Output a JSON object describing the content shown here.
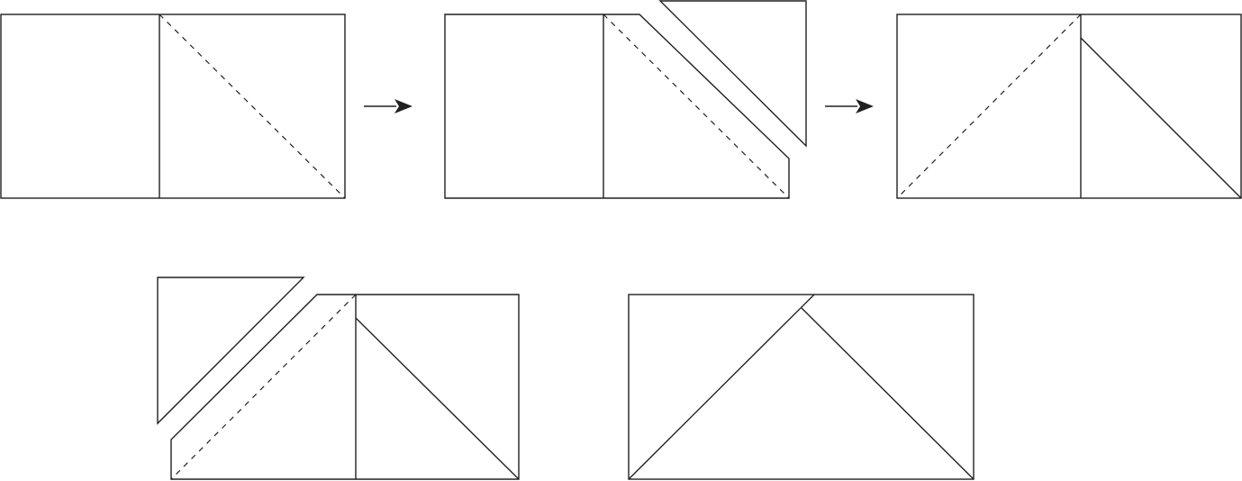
{
  "diagram": {
    "description_text": "",
    "colors": {
      "stroke": "#231f20",
      "background": "#ffffff"
    },
    "steps": [
      {
        "id": "step-1",
        "kind": "rectangle-with-fold-line"
      },
      {
        "id": "step-2",
        "kind": "corner-being-cut"
      },
      {
        "id": "step-3",
        "kind": "rearranged-with-fold-line"
      },
      {
        "id": "step-4",
        "kind": "second-corner-being-cut"
      },
      {
        "id": "step-5",
        "kind": "final-triangle-in-rectangle"
      }
    ],
    "connectors": [
      {
        "id": "arrow-1",
        "icon": "arrow-right-icon",
        "from": "step-1",
        "to": "step-2"
      },
      {
        "id": "arrow-2",
        "icon": "arrow-right-icon",
        "from": "step-2",
        "to": "step-3"
      }
    ]
  }
}
